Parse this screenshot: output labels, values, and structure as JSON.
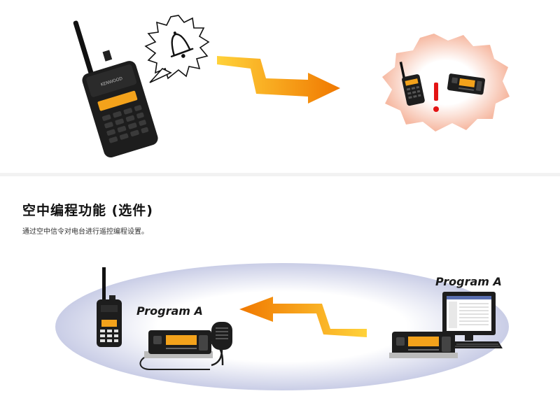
{
  "top": {
    "radio_brand": "KENWOOD"
  },
  "section": {
    "title": "空中编程功能 (选件)",
    "description": "通过空中信令对电台进行遥控编程设置。",
    "program_label_left": "Program A",
    "program_label_right": "Program A"
  },
  "colors": {
    "arrow_orange_light": "#ffc21a",
    "arrow_orange_dark": "#f07800",
    "alert_red": "#e31414",
    "device_black": "#1a1a1a",
    "display_amber": "#f3a21b",
    "ellipse_center": "#ffffff",
    "ellipse_edge": "#c9cde6"
  },
  "icons": [
    "handheld-radio-icon",
    "bell-icon",
    "mobile-radio-icon",
    "exclamation-icon",
    "microphone-icon",
    "computer-monitor-icon",
    "keyboard-icon",
    "lightning-arrow-icon"
  ]
}
